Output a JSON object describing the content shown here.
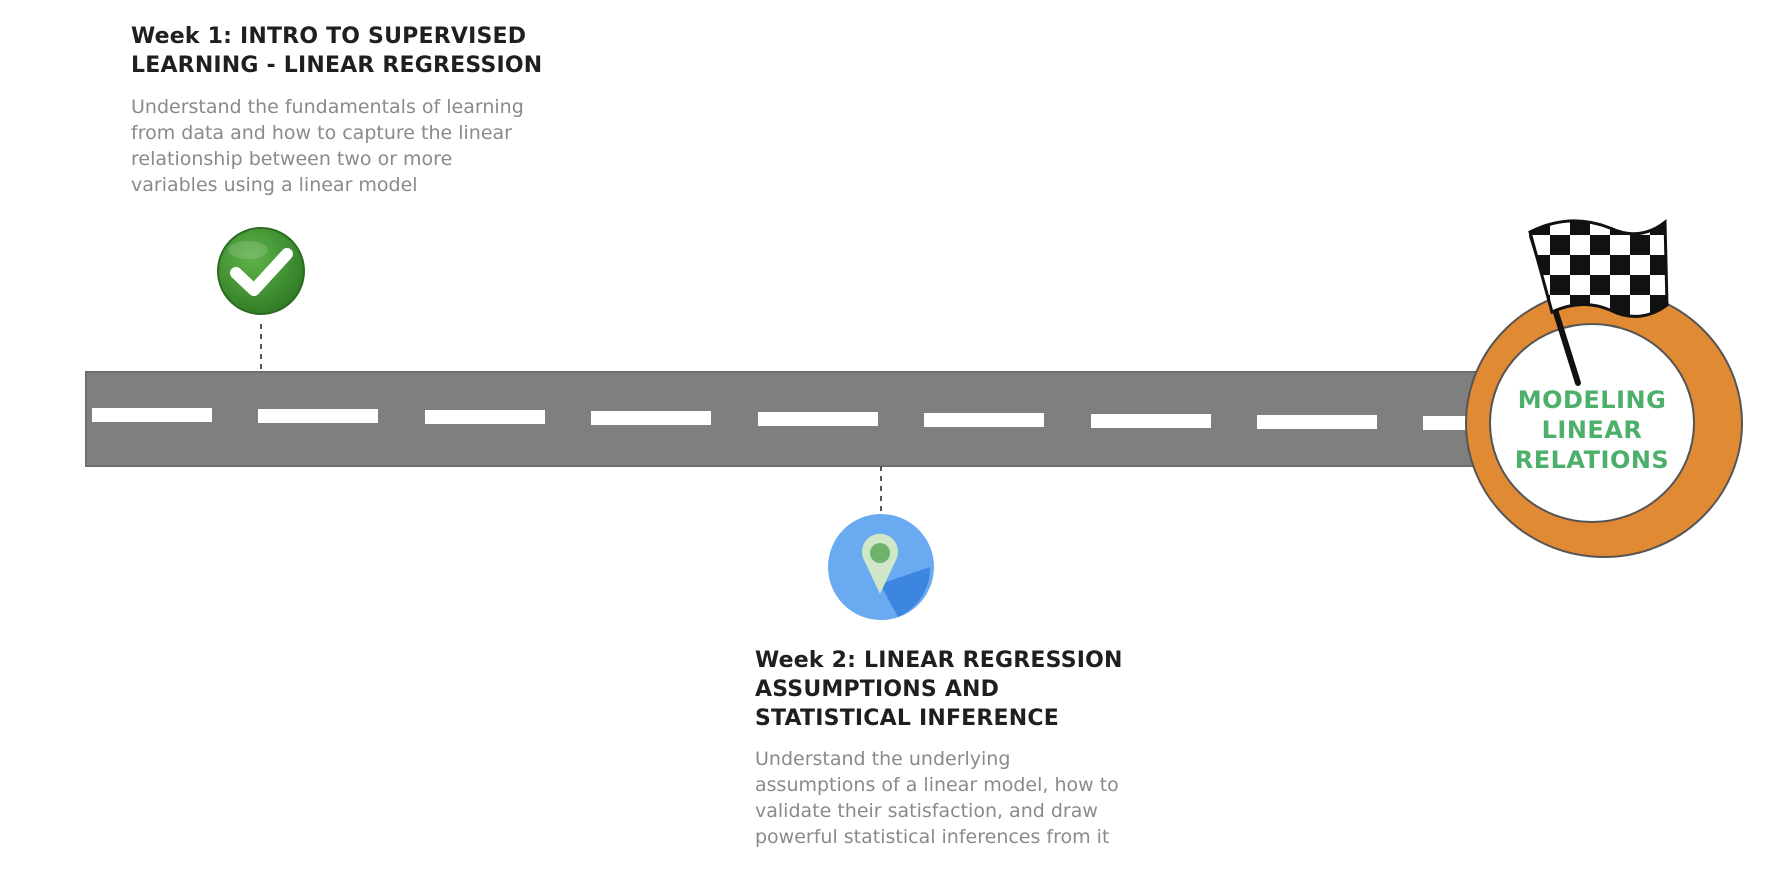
{
  "milestones": [
    {
      "title_line1": "Week 1: INTRO TO SUPERVISED",
      "title_line2": "LEARNING - LINEAR REGRESSION",
      "desc_line1": "Understand the fundamentals of learning",
      "desc_line2": "from data and how to capture the linear",
      "desc_line3": "relationship between two or more",
      "desc_line4": "variables using a linear model",
      "status": "completed",
      "icon": "check-icon",
      "color": "#3a8a2e"
    },
    {
      "title_line1": "Week 2: LINEAR REGRESSION",
      "title_line2": "ASSUMPTIONS AND",
      "title_line3": "STATISTICAL INFERENCE",
      "desc_line1": "Understand the underlying",
      "desc_line2": "assumptions of a linear model, how to",
      "desc_line3": "validate their satisfaction, and draw",
      "desc_line4": "powerful statistical inferences from it",
      "status": "current",
      "icon": "location-pin-icon",
      "color": "#6aaaf0"
    }
  ],
  "finish": {
    "line1": "MODELING",
    "line2": "LINEAR",
    "line3": "RELATIONS",
    "icon": "checkered-flag-icon",
    "ring_color": "#e08a33",
    "text_color": "#4caf6a"
  },
  "road": {
    "color": "#7f7f7f",
    "lane_color": "#ffffff"
  }
}
